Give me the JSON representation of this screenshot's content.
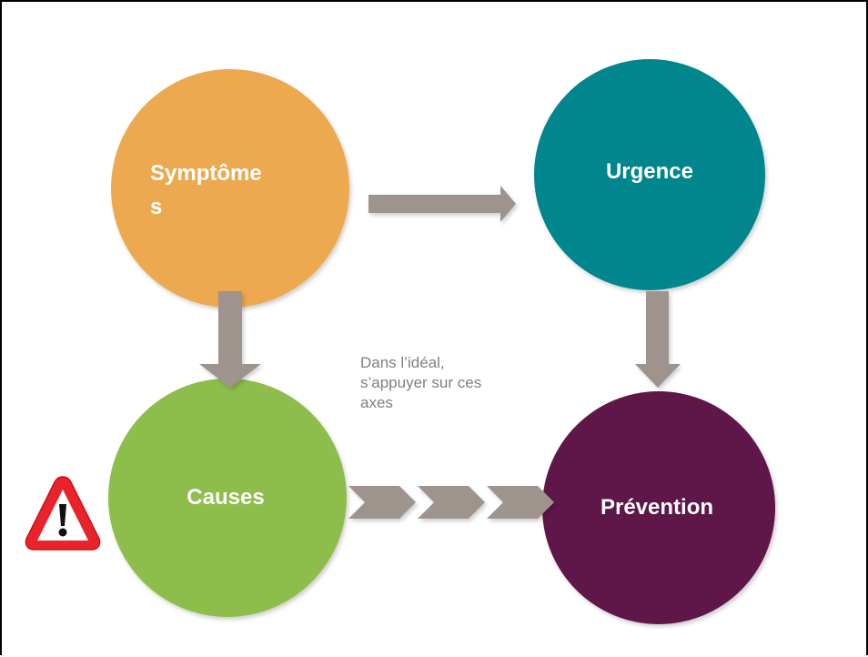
{
  "nodes": {
    "symptomes": {
      "label_line1": "Symptôme",
      "label_line2": "s",
      "color": "#EDA94F"
    },
    "urgence": {
      "label": "Urgence",
      "color": "#00868C"
    },
    "causes": {
      "label": "Causes",
      "color": "#8DBE4C"
    },
    "prevention": {
      "label": "Prévention",
      "color": "#5E1548"
    }
  },
  "note": {
    "text": "Dans l’idéal,\ns’appuyer sur ces\naxes"
  },
  "colors": {
    "arrow": "#9E948D",
    "note_text": "#808080",
    "warning_red": "#E8232A",
    "warning_fill": "#FFFFFF",
    "warning_mark": "#111111"
  },
  "icons": {
    "warning": "warning-triangle-icon"
  }
}
